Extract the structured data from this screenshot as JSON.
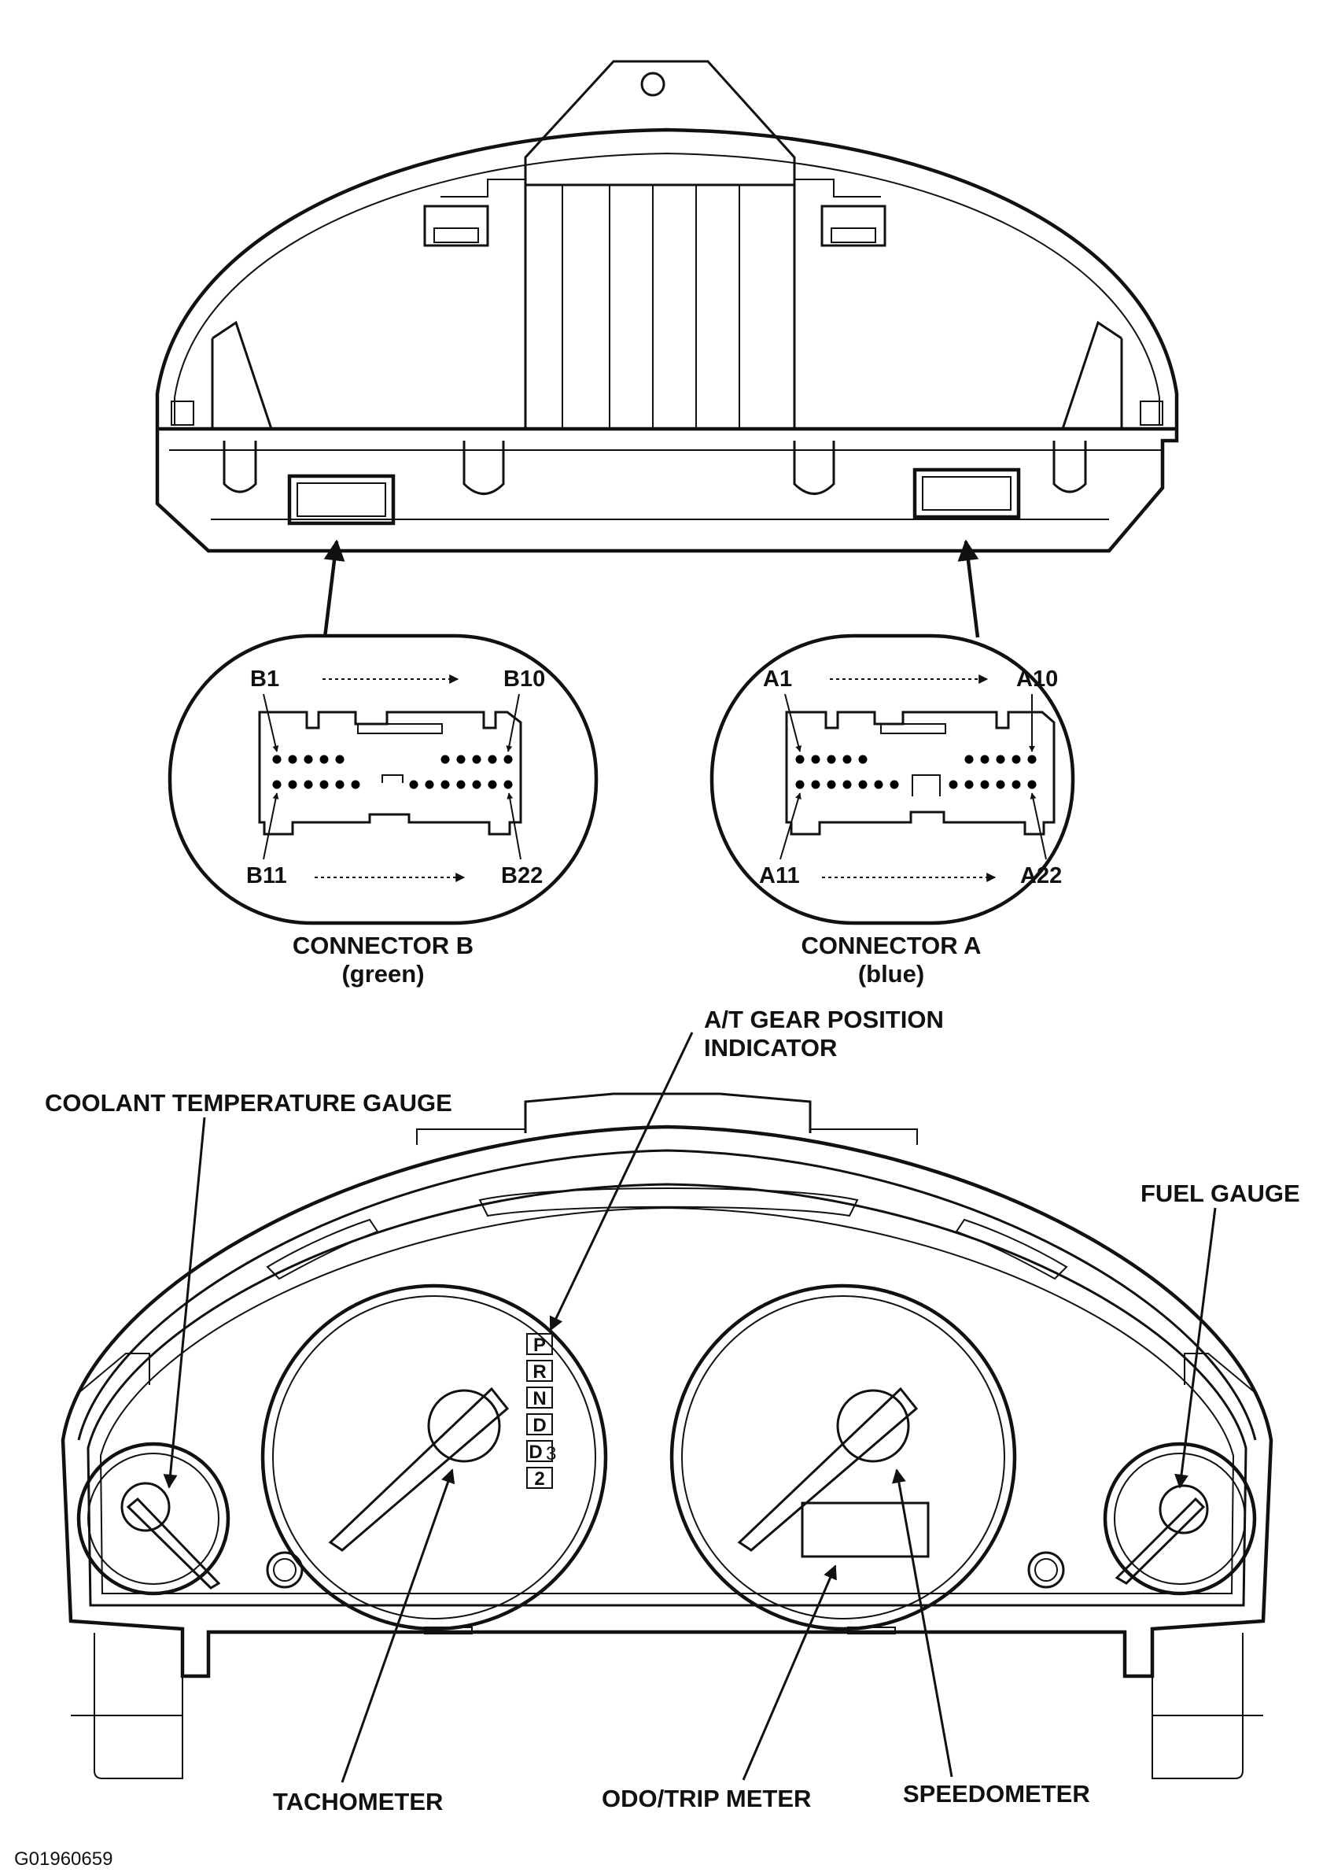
{
  "connector_b": {
    "title": "CONNECTOR B",
    "color": "(green)",
    "top_first": "B1",
    "top_last": "B10",
    "bottom_first": "B11",
    "bottom_last": "B22"
  },
  "connector_a": {
    "title": "CONNECTOR A",
    "color": "(blue)",
    "top_first": "A1",
    "top_last": "A10",
    "bottom_first": "A11",
    "bottom_last": "A22"
  },
  "gauge_labels": {
    "gear_indicator_line1": "A/T GEAR POSITION",
    "gear_indicator_line2": "INDICATOR",
    "coolant": "COOLANT TEMPERATURE GAUGE",
    "fuel": "FUEL GAUGE",
    "tachometer": "TACHOMETER",
    "odo": "ODO/TRIP METER",
    "speedometer": "SPEEDOMETER"
  },
  "gears": [
    "P",
    "R",
    "N",
    "D",
    "D",
    "2"
  ],
  "gear_d3_subscript": "3",
  "figure_code": "G01960659"
}
